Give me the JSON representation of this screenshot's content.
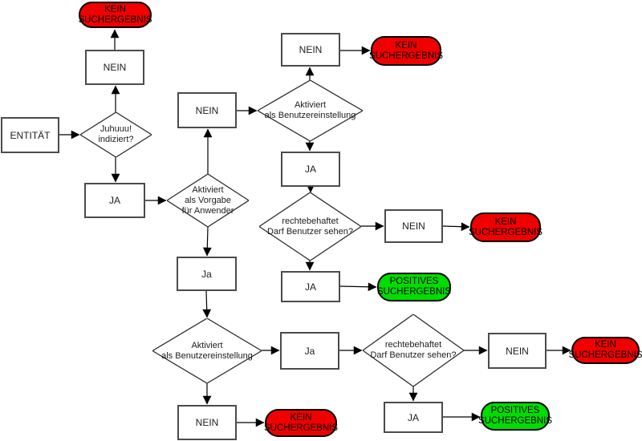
{
  "colors": {
    "negative": "#f00000",
    "positive": "#00dd00",
    "line": "#000000",
    "shape_fill": "#ffffff"
  },
  "nodes": [
    {
      "id": "entity",
      "type": "process",
      "label": "ENTITÄT"
    },
    {
      "id": "decision-indexed",
      "type": "decision",
      "label": "Juhuuu!\nindiziert?"
    },
    {
      "id": "nein-indexed",
      "type": "process",
      "label": "NEIN"
    },
    {
      "id": "result-negative-1",
      "type": "terminator",
      "label": "KEIN\nSUCHERGEBNIS"
    },
    {
      "id": "ja-indexed",
      "type": "process",
      "label": "JA"
    },
    {
      "id": "decision-default",
      "type": "decision",
      "label": "Aktiviert\nals Vorgabe\nfür Anwender"
    },
    {
      "id": "nein-default",
      "type": "process",
      "label": "NEIN"
    },
    {
      "id": "decision-usersetting-1",
      "type": "decision",
      "label": "Aktiviert\nals Benutzereinstellung"
    },
    {
      "id": "nein-usersetting-1",
      "type": "process",
      "label": "NEIN"
    },
    {
      "id": "result-negative-2",
      "type": "terminator",
      "label": "KEIN\nSUCHERGEBNIS"
    },
    {
      "id": "ja-usersetting-1",
      "type": "process",
      "label": "JA"
    },
    {
      "id": "decision-rights-1",
      "type": "decision",
      "label": "rechtebehaftet\nDarf Benutzer sehen?"
    },
    {
      "id": "nein-rights-1",
      "type": "process",
      "label": "NEIN"
    },
    {
      "id": "result-negative-3",
      "type": "terminator",
      "label": "KEIN\nSUCHERGEBNIS"
    },
    {
      "id": "ja-rights-1",
      "type": "process",
      "label": "JA"
    },
    {
      "id": "result-positive-1",
      "type": "terminator",
      "label": "POSITIVES\nSUCHERGEBNIS"
    },
    {
      "id": "ja-default",
      "type": "process",
      "label": "Ja"
    },
    {
      "id": "decision-usersetting-2",
      "type": "decision",
      "label": "Aktiviert\nals Benutzereinstellung"
    },
    {
      "id": "ja-usersetting-2",
      "type": "process",
      "label": "Ja"
    },
    {
      "id": "decision-rights-2",
      "type": "decision",
      "label": "rechtebehaftet\nDarf Benutzer sehen?"
    },
    {
      "id": "nein-rights-2",
      "type": "process",
      "label": "NEIN"
    },
    {
      "id": "result-negative-4",
      "type": "terminator",
      "label": "KEIN\nSUCHERGEBNIS"
    },
    {
      "id": "ja-rights-2",
      "type": "process",
      "label": "JA"
    },
    {
      "id": "result-positive-2",
      "type": "terminator",
      "label": "POSITIVES\nSUCHERGEBNIS"
    },
    {
      "id": "nein-usersetting-2",
      "type": "process",
      "label": "NEIN"
    },
    {
      "id": "result-negative-5",
      "type": "terminator",
      "label": "KEIN\nSUCHERGEBNIS"
    }
  ]
}
